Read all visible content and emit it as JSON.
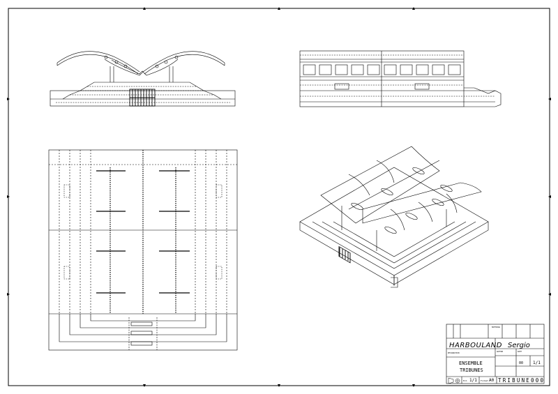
{
  "title_block": {
    "company": "HARBOULAND",
    "author": "Sergio",
    "drawing_title_line1": "ENSEMBLE",
    "drawing_title_line2": "TRIBUNES",
    "scale": "1/1",
    "format": "A0",
    "sheet": "1/1",
    "drawing_number": "TRIBUNE000",
    "small_labels": {
      "designation": "DESIGNATION",
      "materiau": "MATERIAU",
      "auteur": "AUTEUR",
      "date": "DATE",
      "format_label": "Format",
      "ech": "Ech"
    },
    "rev": "00"
  }
}
